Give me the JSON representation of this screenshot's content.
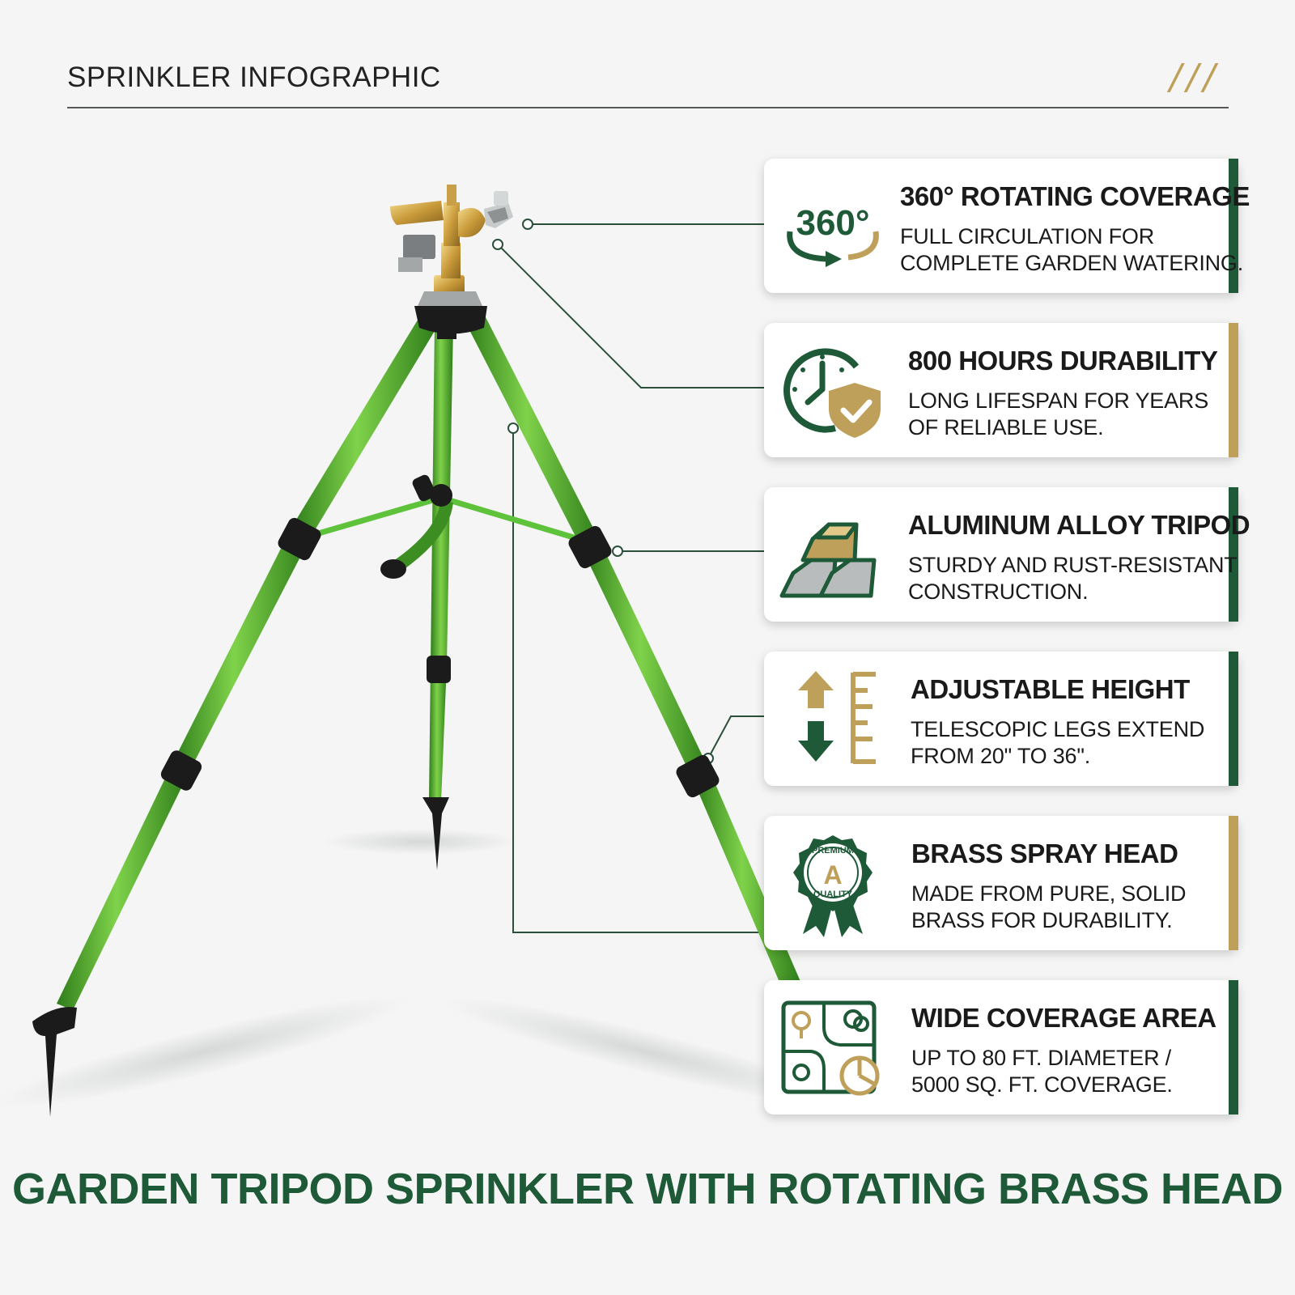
{
  "header": {
    "title": "SPRINKLER INFOGRAPHIC",
    "decoration": "///"
  },
  "features": [
    {
      "title": "360° ROTATING COVERAGE",
      "line1": "FULL CIRCULATION FOR",
      "line2": "COMPLETE GARDEN WATERING.",
      "icon": "360-rotation-icon",
      "icon_text": "360°",
      "accent": "green"
    },
    {
      "title": "800 HOURS DURABILITY",
      "line1": "LONG LIFESPAN FOR YEARS",
      "line2": "OF RELIABLE USE.",
      "icon": "clock-shield-icon",
      "accent": "gold"
    },
    {
      "title": "ALUMINUM ALLOY TRIPOD",
      "line1": "STURDY AND RUST-RESISTANT",
      "line2": "CONSTRUCTION.",
      "icon": "metal-ingots-icon",
      "accent": "green"
    },
    {
      "title": "ADJUSTABLE HEIGHT",
      "line1": "TELESCOPIC LEGS EXTEND",
      "line2": "FROM 20\" TO 36\".",
      "icon": "height-ruler-icon",
      "accent": "green"
    },
    {
      "title": "BRASS SPRAY HEAD",
      "line1": "MADE FROM PURE, SOLID",
      "line2": "BRASS FOR DURABILITY.",
      "icon": "premium-quality-badge-icon",
      "badge_top": "PREMIUM",
      "badge_letter": "A",
      "badge_bottom": "QUALITY",
      "accent": "gold"
    },
    {
      "title": "WIDE COVERAGE AREA",
      "line1": "UP TO 80 FT. DIAMETER /",
      "line2": "5000 SQ. FT. COVERAGE.",
      "icon": "garden-map-icon",
      "accent": "green"
    }
  ],
  "bottom_title": "GARDEN TRIPOD SPRINKLER WITH ROTATING BRASS HEAD",
  "colors": {
    "dark_green": "#1e5a38",
    "gold": "#bfa05a",
    "leg_green": "#4fae2a",
    "background": "#f4f5f4"
  }
}
